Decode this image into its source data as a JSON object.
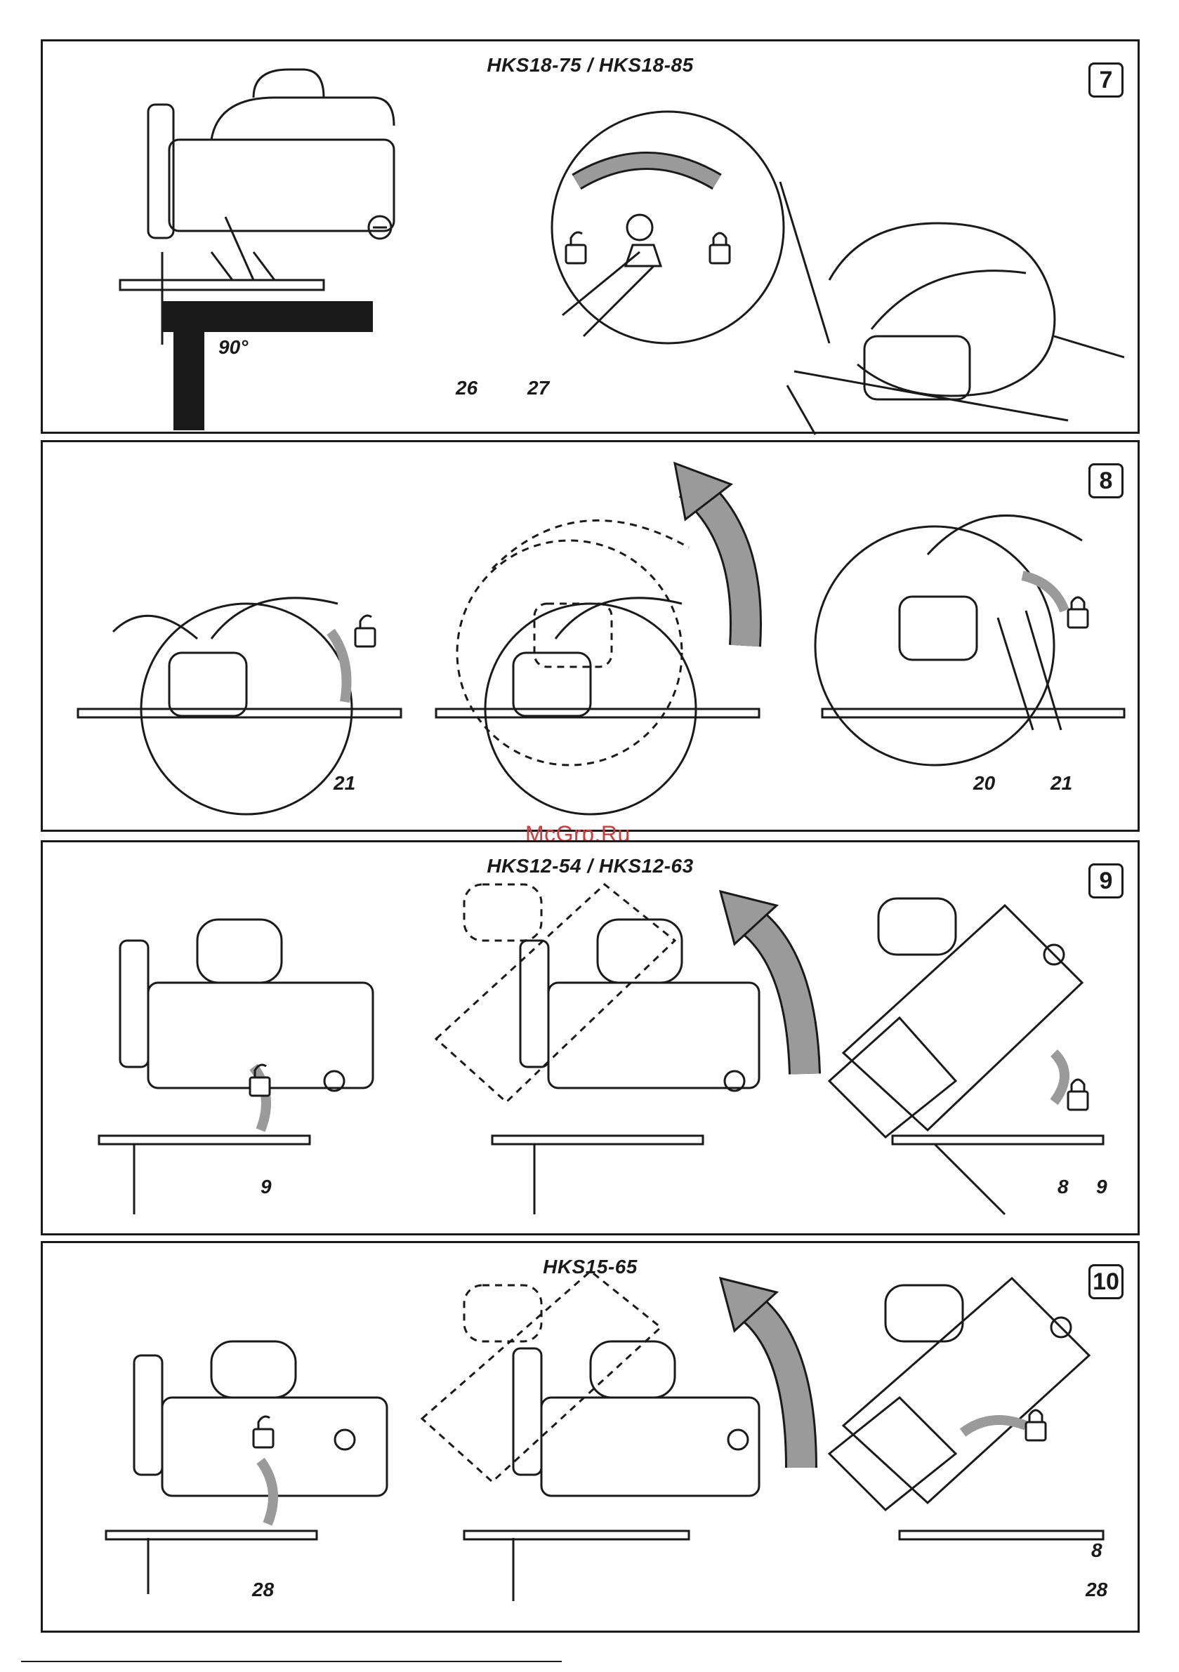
{
  "watermark": "McGrp.Ru",
  "figures": [
    {
      "title": "HKS18-75 / HKS18-85",
      "number": "7",
      "callouts": [
        "90°",
        "26",
        "27"
      ]
    },
    {
      "title": "",
      "number": "8",
      "callouts": [
        "21",
        "20",
        "21"
      ]
    },
    {
      "title": "HKS12-54 / HKS12-63",
      "number": "9",
      "callouts": [
        "9",
        "8",
        "9"
      ]
    },
    {
      "title": "HKS15-65",
      "number": "10",
      "callouts": [
        "28",
        "8",
        "28"
      ]
    }
  ],
  "icons": [
    "padlock-open-icon",
    "padlock-closed-icon",
    "rotate-arrow-icon"
  ],
  "colors": {
    "ink": "#1a1a1a",
    "arrow": "#9a9a9a",
    "watermark": "#d23b3b"
  }
}
